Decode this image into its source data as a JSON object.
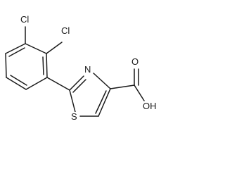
{
  "molecule": {
    "atoms": {
      "cl_top": "Cl",
      "cl_right": "Cl",
      "nitrogen": "N",
      "sulfur": "S",
      "oxygen": "O",
      "hydroxyl": "OH"
    }
  }
}
